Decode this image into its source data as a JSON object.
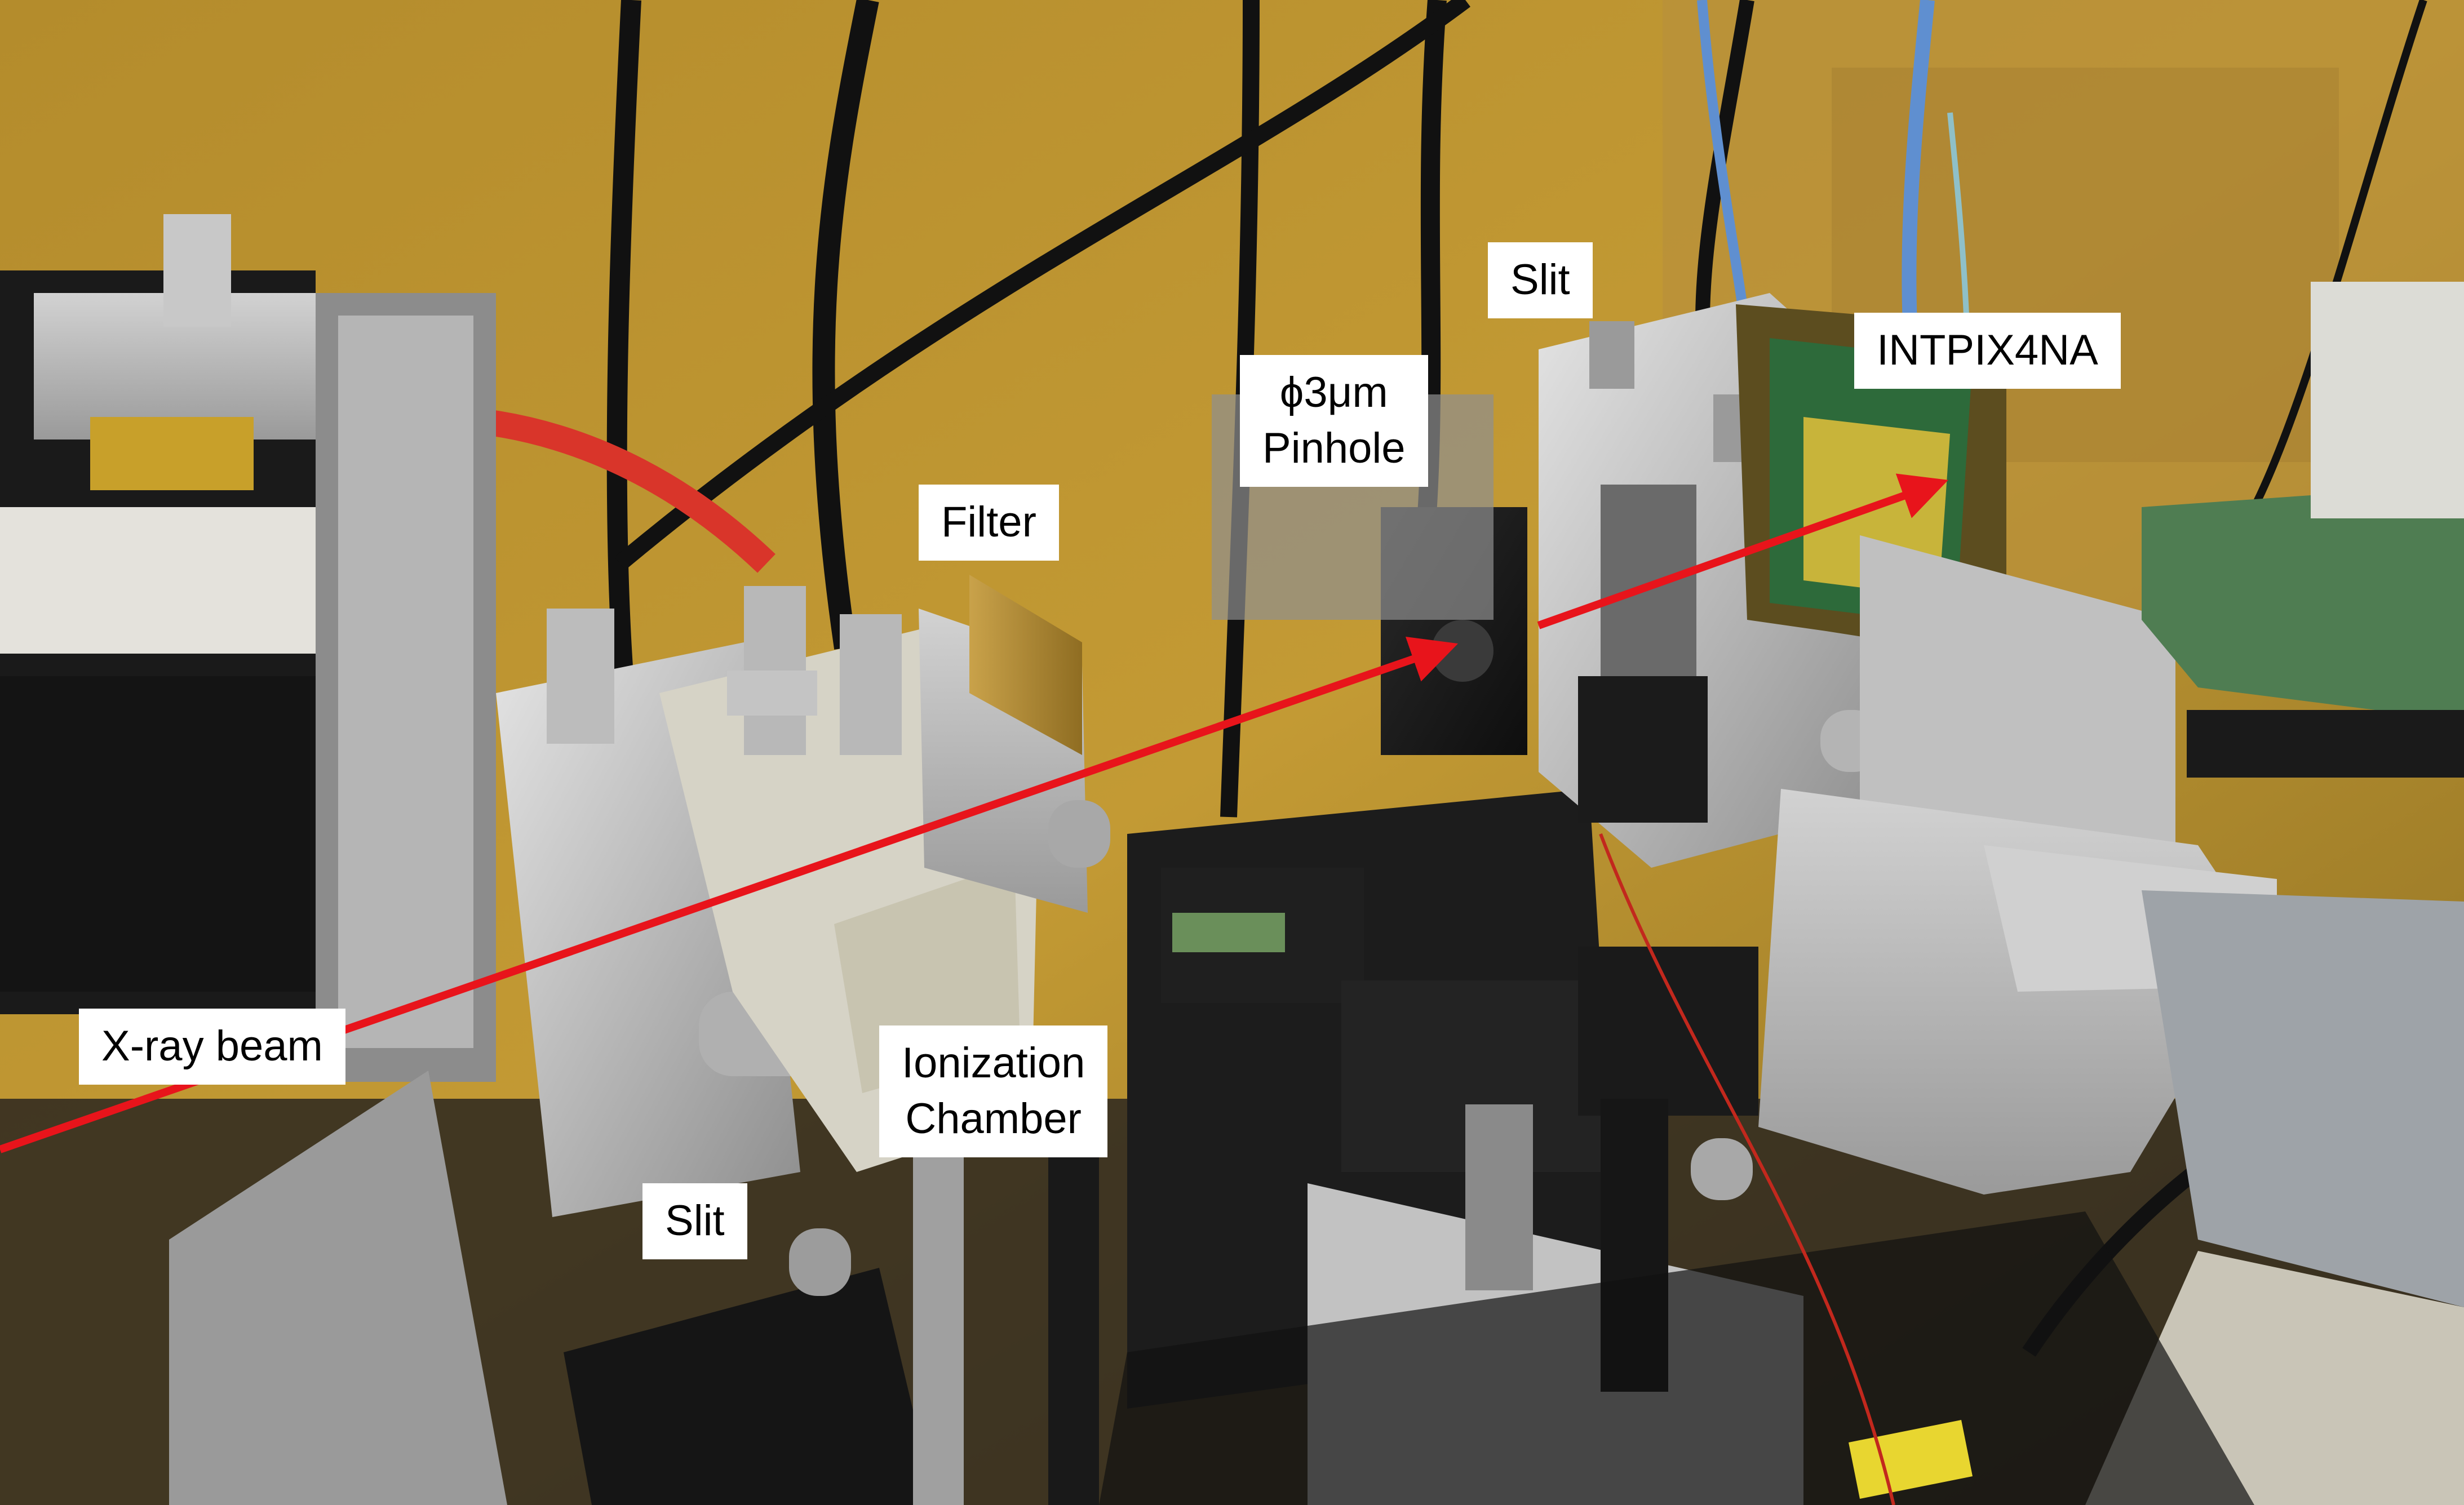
{
  "labels": {
    "xray_beam": "X-ray beam",
    "slit_front": "Slit",
    "ionization_chamber_line1": "Ionization",
    "ionization_chamber_line2": "Chamber",
    "filter": "Filter",
    "pinhole_line1": "ϕ3μm",
    "pinhole_line2": "Pinhole",
    "slit_rear": "Slit",
    "detector": "INTPIX4NA"
  },
  "colors": {
    "beam_arrow": "#e8141b",
    "label_background": "#ffffff",
    "label_text": "#000000"
  }
}
